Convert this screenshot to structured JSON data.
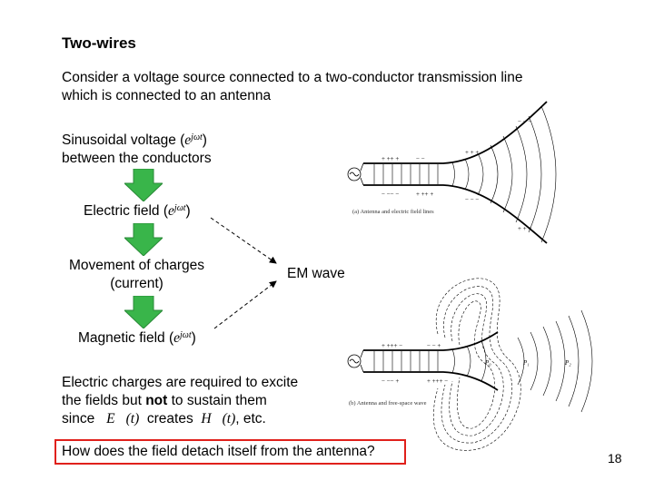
{
  "slide": {
    "title": "Two-wires",
    "intro_line1": "Consider a voltage source connected to a two-conductor transmission line",
    "intro_line2": "which is connected to an antenna",
    "step1_line1": "Sinusoidal voltage (",
    "step1_line2": "between the conductors",
    "step2_label": "Electric field (",
    "step3_line1": "Movement of charges",
    "step3_line2": "(current)",
    "step4_label": "Magnetic field (",
    "phasor_base": "e",
    "phasor_exp": "jωt",
    "close_paren": ")",
    "em_wave": "EM wave",
    "bottom_line1": "Electric charges are required to excite",
    "bottom_line2_a": "the fields but ",
    "bottom_line2_bold": "not",
    "bottom_line2_b": " to sustain them",
    "bottom_line3_a": "since",
    "bottom_E": "E⃗(t)",
    "bottom_creates": "creates",
    "bottom_H": "H⃗(t)",
    "bottom_etc": ", etc.",
    "question": "How does the field detach itself from the antenna?",
    "page_number": "18"
  },
  "figure_a": {
    "caption": "(a) Antenna and electric field lines"
  },
  "figure_b": {
    "caption": "(b) Antenna and free-space wave",
    "label_p0": "P₀",
    "label_p1": "P₁",
    "label_p2": "P₂"
  },
  "colors": {
    "arrow_green": "#39b54a",
    "arrow_green_dark": "#2a8a38",
    "question_border": "#e0201b"
  }
}
